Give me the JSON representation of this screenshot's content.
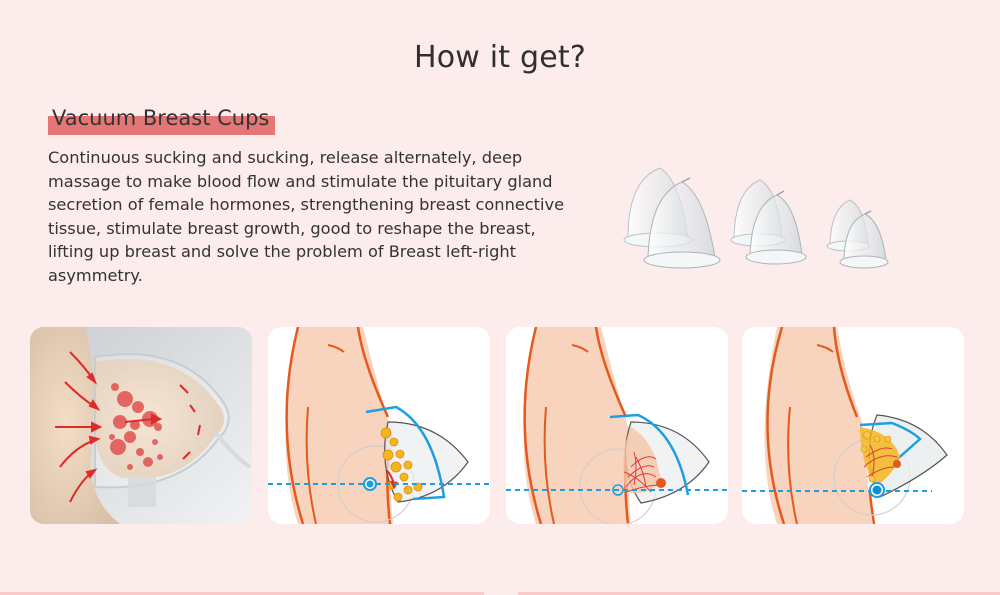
{
  "page": {
    "title": "How it get?",
    "background_color": "#fdecec"
  },
  "section": {
    "title": "Vacuum Breast Cups",
    "title_highlight_color": "#e57676",
    "description": "Continuous sucking and sucking, release alternately, deep massage to make blood flow and stimulate the pituitary gland secretion of female hormones, strengthening breast connective tissue, stimulate breast growth, good to reshape the breast, lifting up breast and solve the problem of Breast left-right asymmetry."
  },
  "product_image": {
    "subject": "three pairs of clear vacuum breast cups (large, medium, small)"
  },
  "panels": [
    {
      "subject": "3D render: vacuum cup on breast with red blood-flow arrows and red particles"
    },
    {
      "subject": "diagram: side-profile body outline, cup applied, yellow fat cells, blue dashed axis line"
    },
    {
      "subject": "diagram: side-profile body outline, cup applied, red vessel/gland network, blue dashed axis line"
    },
    {
      "subject": "diagram: side-profile body outline, cup applied, enlarged gland and fat tissue, blue dashed axis line"
    }
  ],
  "colors": {
    "text": "#333333",
    "skin": "#f8d3bd",
    "outline": "#e55a1c",
    "axis_blue": "#1e9ee0",
    "fat_yellow": "#f3b61f",
    "vessel_red": "#e03a3a"
  }
}
